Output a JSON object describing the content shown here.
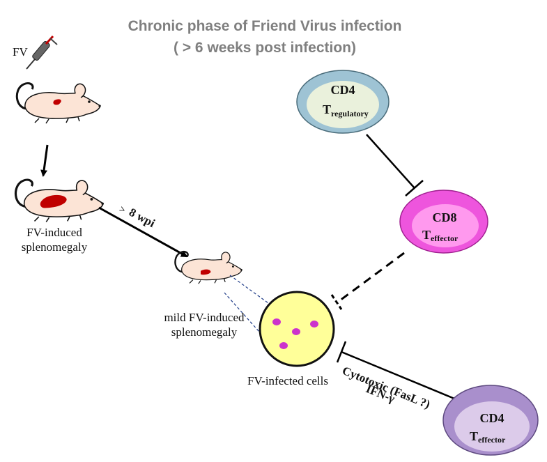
{
  "title": {
    "line1": "Chronic phase of Friend Virus infection",
    "line2": "( > 6 weeks post infection)"
  },
  "labels": {
    "fv": "FV",
    "splenomegaly_line1": "FV-induced",
    "splenomegaly_line2": "splenomegaly",
    "mild_line1": "mild FV-induced",
    "mild_line2": "splenomegaly",
    "infected_cells": "FV-infected cells",
    "wpi_prefix": ">",
    "wpi": "8  wpi",
    "cytotoxic": "Cytotoxic (FasL ?)",
    "ifn": "IFN-γ"
  },
  "cells": {
    "treg": {
      "main": "CD4",
      "letter": "T",
      "sub": "regulatory"
    },
    "cd8": {
      "main": "CD8",
      "letter": "T",
      "sub": "effector"
    },
    "cd4eff": {
      "main": "CD4",
      "letter": "T",
      "sub": "effector"
    }
  },
  "colors": {
    "treg_outer": "#9ec3d4",
    "treg_inner": "#eaf1dc",
    "cd8_outer": "#ee55dd",
    "cd8_inner": "#ff99ee",
    "cd4eff_outer": "#a98fcc",
    "cd4eff_inner": "#dccbea",
    "infected_fill": "#ffff99",
    "infected_dots": "#cc33cc",
    "mouse_body": "#fce4d6",
    "spleen": "#c00000"
  },
  "icons": [
    "syringe-icon",
    "mouse-icon"
  ]
}
